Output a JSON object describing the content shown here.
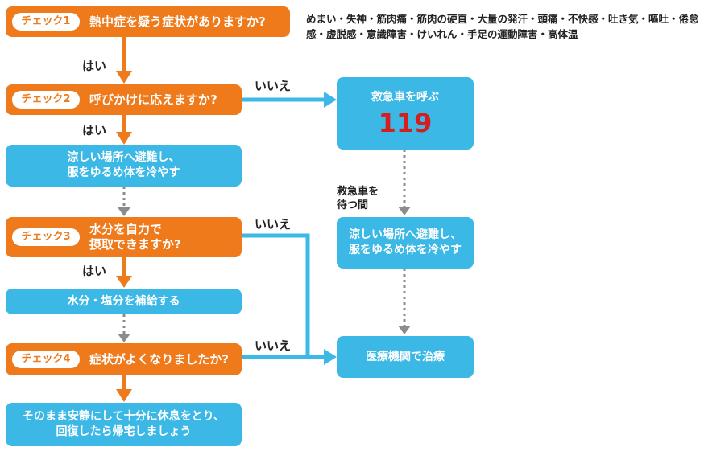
{
  "symptoms_text": "めまい・失神・筋肉痛・筋肉の硬直・大量の発汗・頭痛・不快感・吐き気・嘔吐・倦怠感・虚脱感・意識障害・けいれん・手足の運動障害・高体温",
  "labels": {
    "yes": "はい",
    "no": "いいえ"
  },
  "checks": [
    {
      "badge": "チェック1",
      "text": "熱中症を疑う症状がありますか?"
    },
    {
      "badge": "チェック2",
      "text": "呼びかけに応えますか?"
    },
    {
      "badge": "チェック3",
      "text": "水分を自力で\n摂取できますか?"
    },
    {
      "badge": "チェック4",
      "text": "症状がよくなりましたか?"
    }
  ],
  "actions": {
    "cool_left": "涼しい場所へ避難し、\n服をゆるめ体を冷やす",
    "hydrate": "水分・塩分を補給する",
    "rest": "そのまま安静にして十分に休息をとり、\n回復したら帰宅しましょう",
    "ambulance_title": "救急車を呼ぶ",
    "ambulance_number": "119",
    "wait_label": "救急車を\n待つ間",
    "cool_right": "涼しい場所へ避難し、\n服をゆるめ体を冷やす",
    "hospital": "医療機関で治療"
  },
  "colors": {
    "orange": "#EE7A1C",
    "blue": "#3BB8E6",
    "arrow_gray": "#8C8C8C",
    "red_number": "#D51F1F"
  }
}
